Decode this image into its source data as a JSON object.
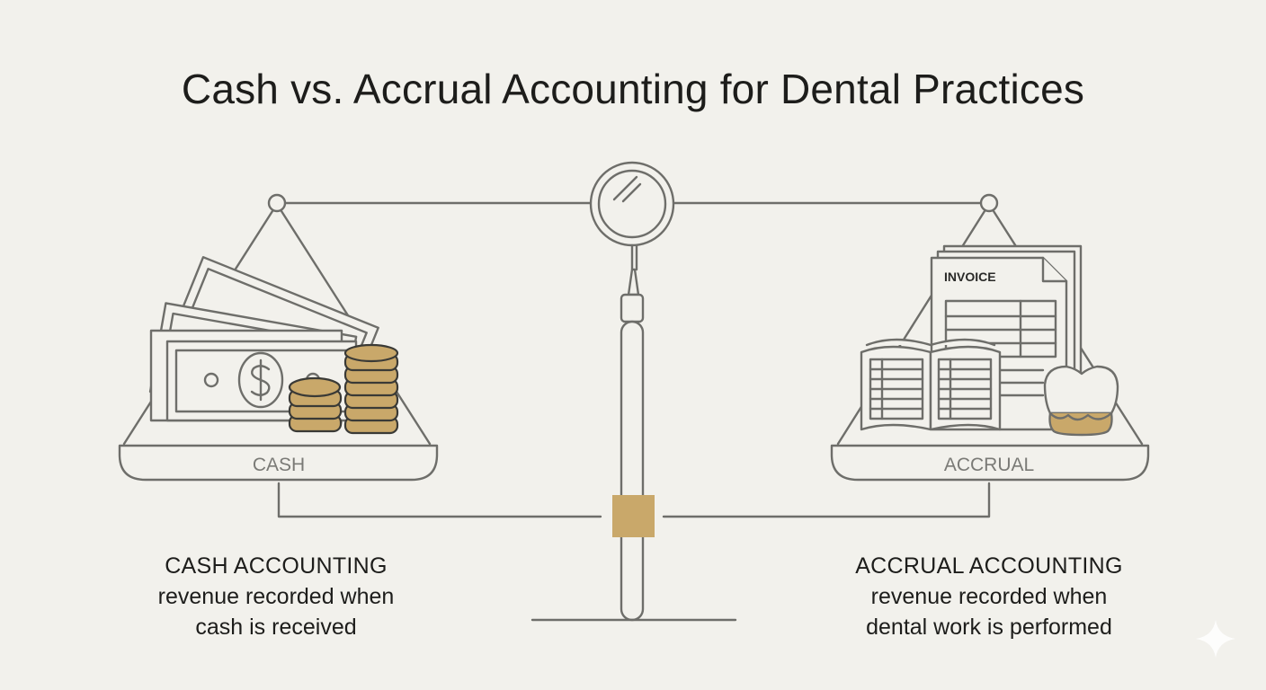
{
  "title": "Cash vs. Accrual Accounting for Dental Practices",
  "left_pan": {
    "label": "CASH"
  },
  "right_pan": {
    "label": "ACCRUAL",
    "invoice_label": "INVOICE"
  },
  "left_caption": {
    "heading": "CASH ACCOUNTING",
    "line1": "revenue recorded when",
    "line2": "cash is received"
  },
  "right_caption": {
    "heading": "ACCRUAL ACCOUNTING",
    "line1": "revenue recorded when",
    "line2": "dental work is performed"
  },
  "colors": {
    "background": "#f2f1ec",
    "line": "#6e6e6a",
    "gold": "#c9a86a",
    "text": "#1d1d1b"
  },
  "icons": [
    "dental-mirror-icon",
    "banknotes-icon",
    "dollar-sign-icon",
    "coin-stack-icon",
    "invoice-icon",
    "ledger-book-icon",
    "tooth-crown-icon",
    "sparkle-icon"
  ]
}
